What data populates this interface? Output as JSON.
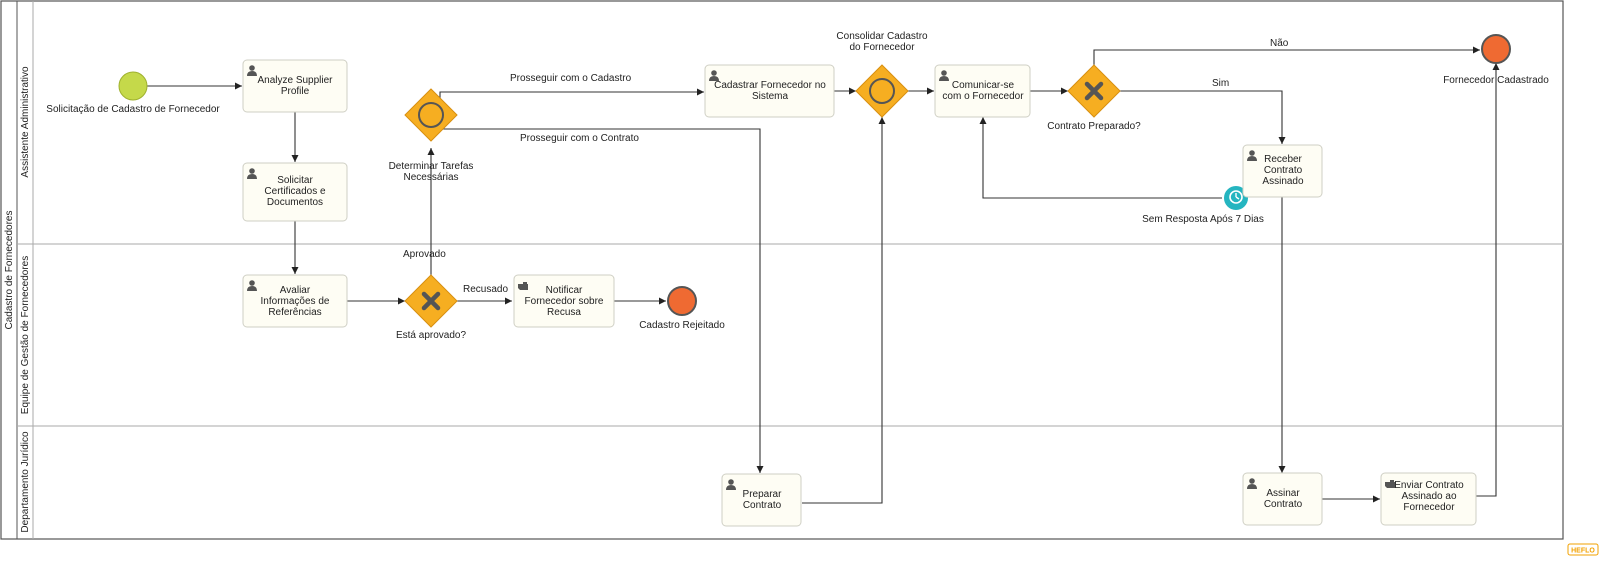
{
  "pool": {
    "title": "Cadastro de Fornecedores"
  },
  "lanes": [
    {
      "id": "admin",
      "title": "Assistente Administrativo"
    },
    {
      "id": "equipe",
      "title": "Equipe de Gestão de Fornecedores"
    },
    {
      "id": "juridico",
      "title": "Departamento Jurídico"
    }
  ],
  "tasks": {
    "analyze": {
      "lines": [
        "Analyze Supplier",
        "Profile"
      ],
      "icon": "user-icon"
    },
    "solicitar": {
      "lines": [
        "Solicitar",
        "Certificados e",
        "Documentos"
      ],
      "icon": "user-icon"
    },
    "avaliar": {
      "lines": [
        "Avaliar",
        "Informações de",
        "Referências"
      ],
      "icon": "user-icon"
    },
    "notificar": {
      "lines": [
        "Notificar",
        "Fornecedor sobre",
        "Recusa"
      ],
      "icon": "hand-icon"
    },
    "cadastrar": {
      "lines": [
        "Cadastrar Fornecedor no",
        "Sistema"
      ],
      "icon": "user-icon"
    },
    "comunicar": {
      "lines": [
        "Comunicar-se",
        "com o Fornecedor"
      ],
      "icon": "user-icon"
    },
    "receber": {
      "lines": [
        "Receber",
        "Contrato",
        "Assinado"
      ],
      "icon": "user-icon"
    },
    "preparar": {
      "lines": [
        "Preparar",
        "Contrato"
      ],
      "icon": "user-icon"
    },
    "assinar": {
      "lines": [
        "Assinar",
        "Contrato"
      ],
      "icon": "user-icon"
    },
    "enviar": {
      "lines": [
        "Enviar Contrato",
        "Assinado ao",
        "Fornecedor"
      ],
      "icon": "hand-icon"
    }
  },
  "events": {
    "start": "Solicitação de Cadastro de Fornecedor",
    "rejeitado": "Cadastro Rejeitado",
    "cadastrado": "Fornecedor Cadastrado",
    "timer": "Sem Resposta Após 7 Dias"
  },
  "gateways": {
    "determinar": [
      "Determinar Tarefas",
      "Necessárias"
    ],
    "aprovado": "Está aprovado?",
    "consolidar": [
      "Consolidar Cadastro",
      "do Fornecedor"
    ],
    "contrato": "Contrato Preparado?"
  },
  "flow_labels": {
    "cadastro": "Prosseguir com o Cadastro",
    "contrato": "Prosseguir com o Contrato",
    "aprovado": "Aprovado",
    "recusado": "Recusado",
    "nao": "Não",
    "sim": "Sim"
  },
  "colors": {
    "start": "#c5d94a",
    "end": "#ef6a32",
    "gateway": "#f6ae21",
    "gateway_stroke": "#d88f10",
    "timer": "#25b5c0",
    "mark": "#555555"
  },
  "logo": "HEFLO"
}
